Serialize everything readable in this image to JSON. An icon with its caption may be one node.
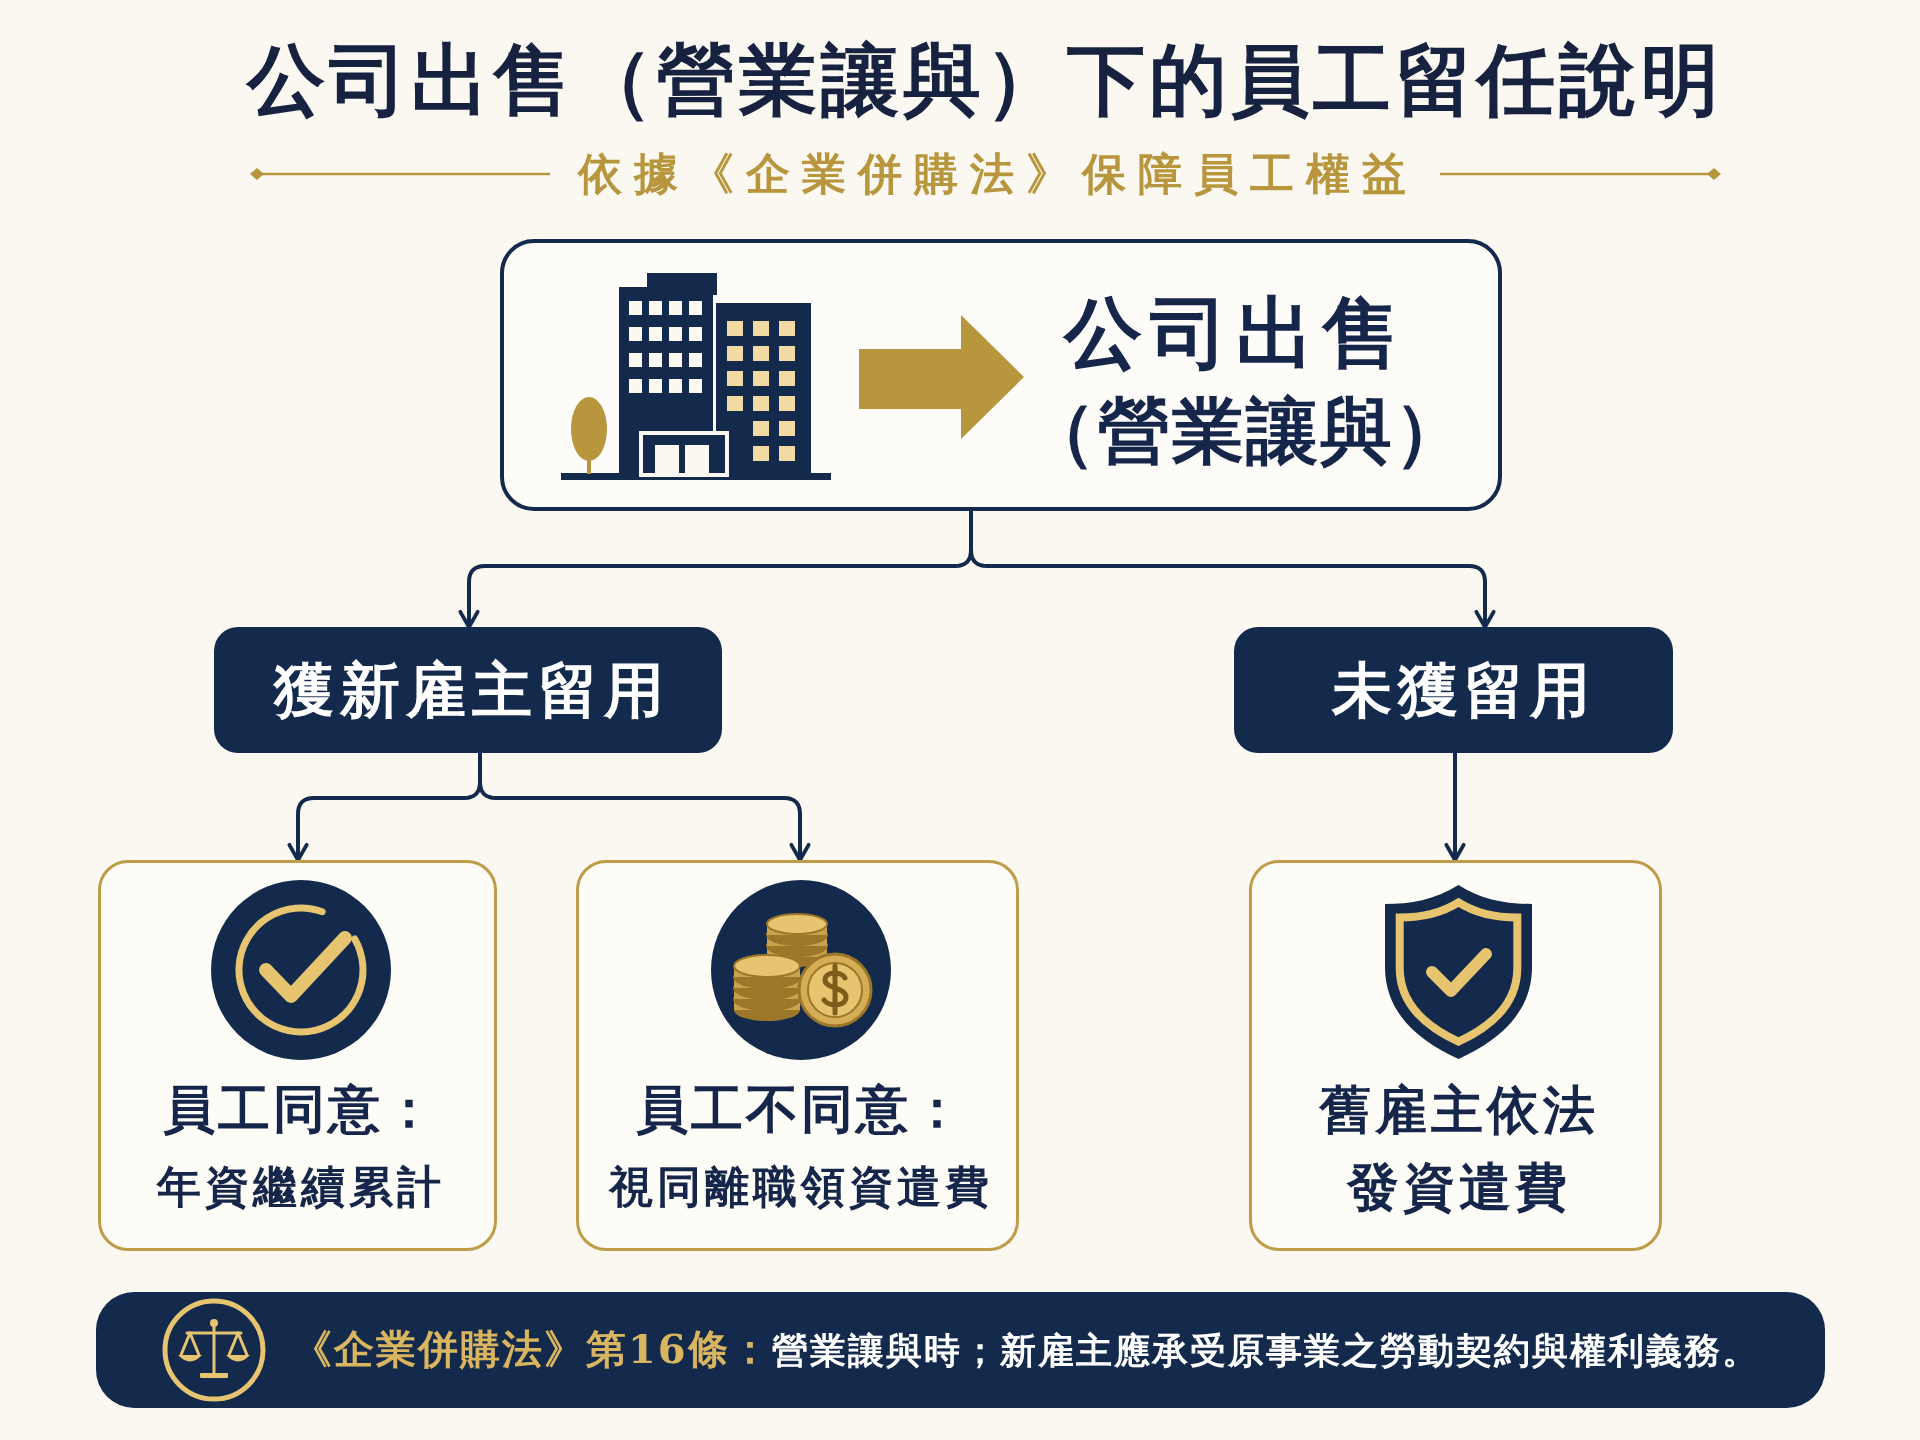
{
  "diagram": {
    "title": "公司出售（營業讓與）下的員工留任說明",
    "nodes": [
      {
        "text": [
          "公司出售",
          "（營業讓與）"
        ]
      },
      {
        "text": [
          "獲新雇主留用"
        ]
      },
      {
        "text": [
          "未獲留用"
        ]
      },
      {
        "text": [
          "員工同意：",
          "年資繼續累計"
        ]
      },
      {
        "text": [
          "員工不同意：",
          "視同離職領資遣費"
        ]
      },
      {
        "text": [
          "舊雇主依法發資遣費"
        ]
      },
      {
        "text": [
          "**《企業併購法》第16條：**營業讓與時；新雇主應承受原事業之勞動契約與權利義務。"
        ]
      }
    ],
    "edges": [
      {
        "from": 0,
        "to": 1,
        "arrow": "to"
      },
      {
        "from": 0,
        "to": 2,
        "arrow": "to"
      },
      {
        "from": 1,
        "to": 3,
        "arrow": "to"
      },
      {
        "from": 1,
        "to": 4,
        "arrow": "to"
      },
      {
        "from": 2,
        "to": 5,
        "arrow": "to"
      }
    ],
    "labels": [
      "依據《企業併購法》保障員工權益"
    ]
  }
}
